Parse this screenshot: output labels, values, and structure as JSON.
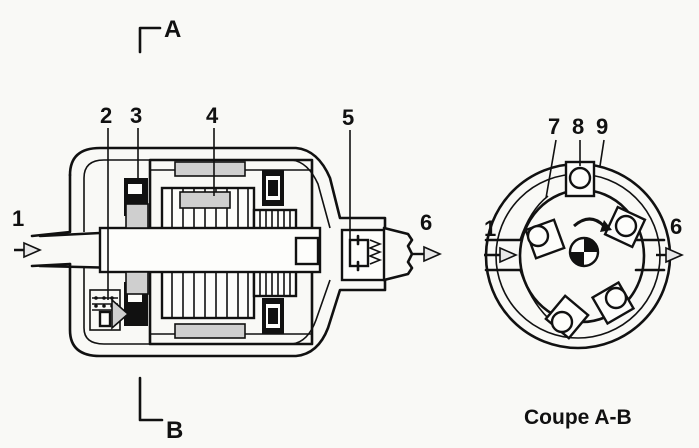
{
  "labels": {
    "n1": "1",
    "n2": "2",
    "n3": "3",
    "n4": "4",
    "n5": "5",
    "n6": "6",
    "n7": "7",
    "n8": "8",
    "n9": "9",
    "n1_section": "1",
    "n6_section": "6",
    "section_a": "A",
    "section_b": "B",
    "section_caption": "Coupe A-B"
  }
}
